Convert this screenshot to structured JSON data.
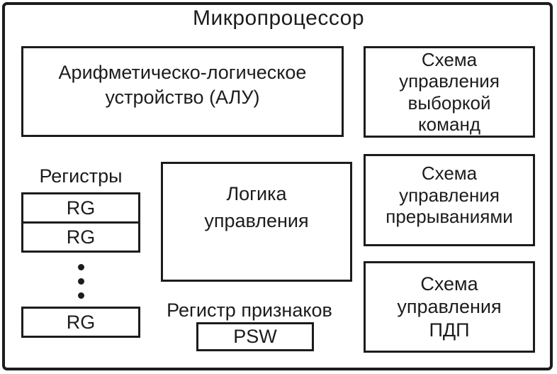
{
  "diagram": {
    "title": "Микропроцессор",
    "blocks": {
      "alu": "Арифметическо-логическое\nустройство (АЛУ)",
      "fetch": "Схема\nуправления\nвыборкой\nкоманд",
      "logic": "Логика\nуправления",
      "interrupt": "Схема\nуправления\nпрерываниями",
      "dma": "Схема\nуправления\nПДП",
      "psw": "PSW"
    },
    "labels": {
      "registers": "Регистры",
      "flags": "Регистр признаков"
    },
    "registers": [
      "RG",
      "RG",
      "RG"
    ],
    "colors": {
      "border": "#1c1c1c",
      "text": "#1c1c1c",
      "background": "#ffffff"
    }
  }
}
